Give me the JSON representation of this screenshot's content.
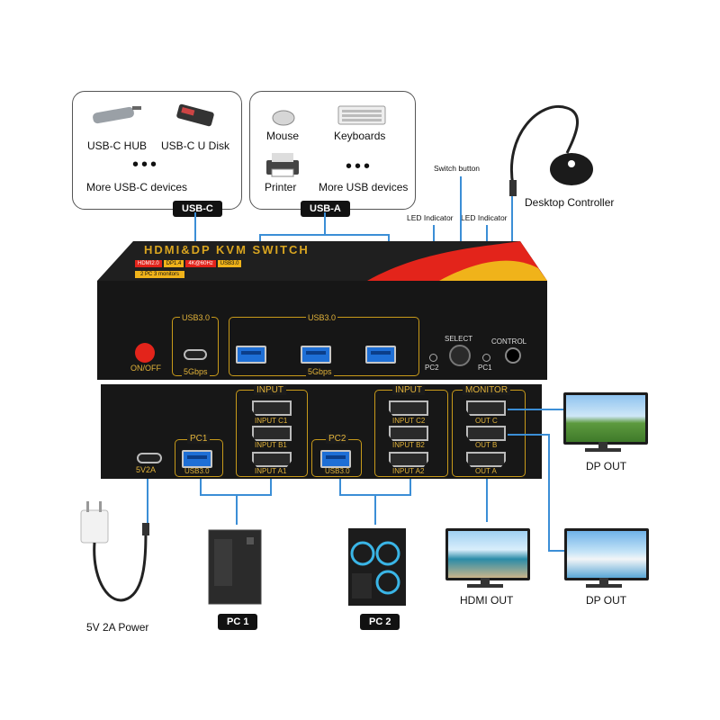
{
  "usb_c_panel": {
    "items": [
      "USB-C HUB",
      "USB-C U Disk",
      "More USB-C devices"
    ],
    "tag": "USB-C"
  },
  "usb_a_panel": {
    "items": [
      "Mouse",
      "Keyboards",
      "Printer",
      "More USB devices"
    ],
    "tag": "USB-A"
  },
  "callouts": {
    "switch_button": "Switch button",
    "led_indicator_pc2": "LED Indicator",
    "led_indicator_pc1": "LED Indicator",
    "desktop_controller": "Desktop Controller"
  },
  "front_panel": {
    "title": "HDMI&DP KVM SWITCH",
    "badges": [
      "HDMI2.0",
      "DP1.4",
      "4K@60Hz",
      "USB3.0"
    ],
    "subtitle": "2 PC 3 monitors",
    "onoff": "ON/OFF",
    "usb3_left": "USB3.0",
    "usb3_left_speed": "5Gbps",
    "usb3_right": "USB3.0",
    "usb3_right_speed": "5Gbps",
    "select": "SELECT",
    "control": "CONTROL",
    "pc2": "PC2",
    "pc1": "PC1"
  },
  "rear_panel": {
    "power": "5V2A",
    "pc1_label": "PC1",
    "pc2_label": "PC2",
    "pc1_usb": "USB3.0",
    "pc2_usb": "USB3.0",
    "input1": "INPUT",
    "input2": "INPUT",
    "monitor": "MONITOR",
    "input_c1": "INPUT C1",
    "input_b1": "INPUT B1",
    "input_a1": "INPUT A1",
    "input_c2": "INPUT C2",
    "input_b2": "INPUT B2",
    "input_a2": "INPUT A2",
    "out_c": "OUT C",
    "out_b": "OUT B",
    "out_a": "OUT A"
  },
  "outputs": {
    "dp_out_top": "DP OUT",
    "hdmi_out": "HDMI OUT",
    "dp_out_bottom": "DP OUT"
  },
  "bottom": {
    "power_label": "5V 2A Power",
    "pc1": "PC 1",
    "pc2": "PC 2"
  },
  "colors": {
    "connector_line": "#3b8ed6",
    "accent_gold": "#d9a520",
    "accent_red": "#e3241b"
  }
}
